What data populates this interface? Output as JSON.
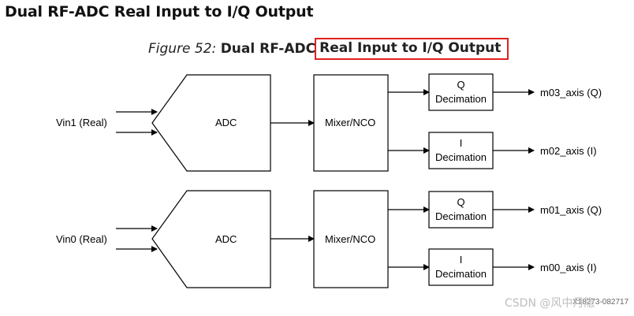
{
  "header": {
    "section_title": "Dual RF-ADC Real Input to I/Q Output",
    "figure_number": "Figure 52:",
    "figure_title_prefix": "Dual RF-ADC",
    "figure_title_highlight": "Real Input to I/Q Output",
    "highlight_color": "#e02020"
  },
  "channels": [
    {
      "input_label": "Vin1 (Real)",
      "adc_label": "ADC",
      "mixer_label": "Mixer/NCO",
      "q_block": {
        "line1": "Q",
        "line2": "Decimation"
      },
      "i_block": {
        "line1": "I",
        "line2": "Decimation"
      },
      "q_output": "m03_axis (Q)",
      "i_output": "m02_axis (I)"
    },
    {
      "input_label": "Vin0 (Real)",
      "adc_label": "ADC",
      "mixer_label": "Mixer/NCO",
      "q_block": {
        "line1": "Q",
        "line2": "Decimation"
      },
      "i_block": {
        "line1": "I",
        "line2": "Decimation"
      },
      "q_output": "m01_axis (Q)",
      "i_output": "m00_axis (I)"
    }
  ],
  "figure_id": "X18273-082717",
  "watermark": "CSDN @风中月隐"
}
